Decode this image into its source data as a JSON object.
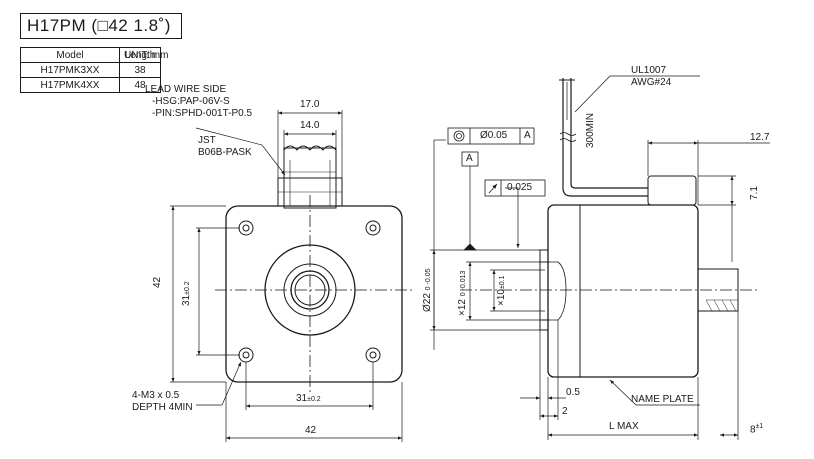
{
  "title": "H17PM (□42 1.8˚)",
  "unit": "UNIT: mm",
  "table": {
    "headers": [
      "Model",
      "Length"
    ],
    "rows": [
      [
        "H17PMK3XX",
        "38"
      ],
      [
        "H17PMK4XX",
        "48"
      ]
    ]
  },
  "lead_wire": {
    "line1": "LEAD WIRE SIDE",
    "line2": "-HSG:PAP-06V-S",
    "line3": "-PIN:SPHD-001T-P0.5"
  },
  "connector": {
    "line1": "JST",
    "line2": "B06B-PASK"
  },
  "dims": {
    "d17": "17.0",
    "d14": "14.0",
    "d42_left": "42",
    "d31_vert": "31",
    "d31_tol": "±0.2",
    "d31_horiz": "31",
    "d42_bottom": "42",
    "d22": "Ø22",
    "d22_tol": "0 -0.05",
    "d12": "×12",
    "d12_tol": "0 -0.013",
    "d10": "×10",
    "d10_tol": "±0.1",
    "d127": "12.7",
    "d71": "7.1",
    "d300": "300MIN",
    "d05": "0.5",
    "d2": "2",
    "lmax": "L MAX",
    "d8": "8",
    "d8_tol": "±1"
  },
  "screw": {
    "line1": "4-M3 x 0.5",
    "line2": "DEPTH 4MIN"
  },
  "wire": {
    "line1": "UL1007",
    "line2": "AWG#24"
  },
  "tolerance": {
    "concentricity": "Ø0.05",
    "datum": "A",
    "runout": "0.025"
  },
  "name_plate": "NAME PLATE"
}
